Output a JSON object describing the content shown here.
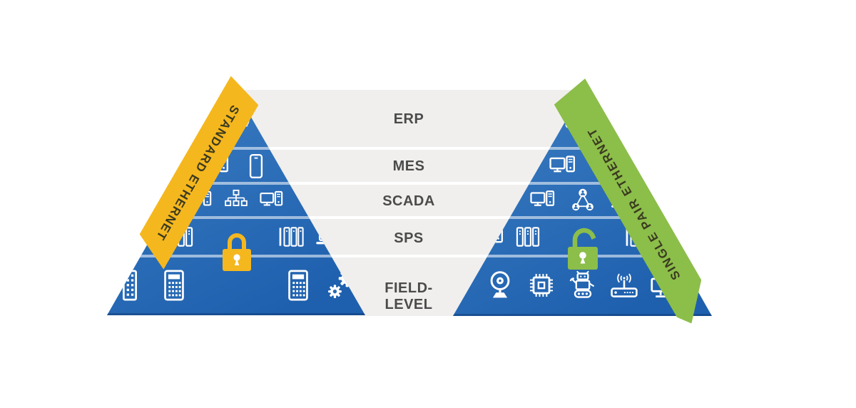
{
  "banners": {
    "left": {
      "label": "STANDARD ETHERNET"
    },
    "right": {
      "label": "SINGLE PAIR ETHERNET"
    }
  },
  "levels": [
    {
      "label": "ERP"
    },
    {
      "label": "MES"
    },
    {
      "label": "SCADA"
    },
    {
      "label": "SPS"
    },
    {
      "label": "FIELD-LEVEL",
      "lines": [
        "FIELD-",
        "LEVEL"
      ]
    }
  ],
  "pyramids": {
    "left": {
      "name": "standard-ethernet-pyramid",
      "lock": "closed-padlock",
      "rows": [
        [
          "cloud-sync-monitor"
        ],
        [
          "desktop-pc",
          "smartphone"
        ],
        [
          "desktop-pc",
          "network-hierarchy",
          "desktop-pc"
        ],
        [
          "desktop-pc",
          "server-rack",
          "server-rack-2",
          "laptop"
        ],
        [
          "terminal-block",
          "plc-controller",
          "plc-controller",
          "gears"
        ]
      ]
    },
    "right": {
      "name": "single-pair-ethernet-pyramid",
      "lock": "open-padlock",
      "rows": [
        [
          "cloud-sync-monitor"
        ],
        [
          "desktop-pc",
          "smartphone"
        ],
        [
          "desktop-pc",
          "user-network",
          "laptop"
        ],
        [
          "desktop-pc",
          "server-rack",
          "server-rack-2",
          "laptop"
        ],
        [
          "webcam",
          "microchip",
          "robot",
          "wifi-router",
          "cloud-sync-monitor"
        ]
      ]
    }
  },
  "colors": {
    "banner_yellow": "#F5B71E",
    "banner_green": "#8CBE4A",
    "banner_text": "#3A3A20",
    "pyramid_blue_light": "#3C7DC2",
    "pyramid_blue_dark": "#1E60AE",
    "band_gray": "#F0EFED",
    "label_text": "#4B4B4B"
  }
}
